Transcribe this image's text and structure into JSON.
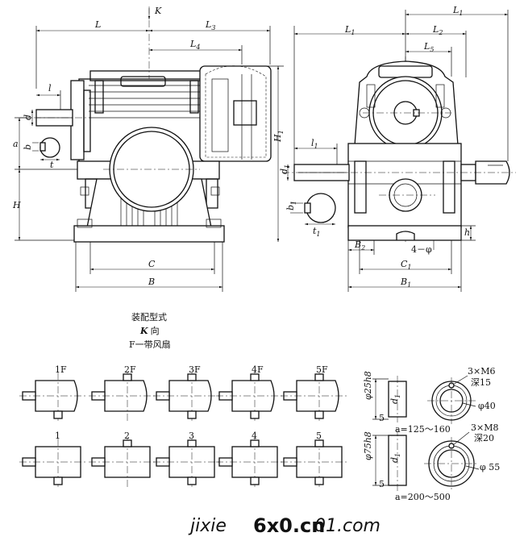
{
  "front_view": {
    "dims": {
      "L": "L",
      "K": "K",
      "L3": "L",
      "L3_sub": "3",
      "L4": "L",
      "L4_sub": "4",
      "l": "l",
      "d": "d",
      "a": "a",
      "b": "b",
      "t": "t",
      "H": "H",
      "H1": "H",
      "H1_sub": "1",
      "C": "C",
      "B": "B"
    }
  },
  "side_view": {
    "dims": {
      "L1": "L",
      "L1_sub": "1",
      "L1top": "L",
      "L1top_sub": "1",
      "L2": "L",
      "L2_sub": "2",
      "L5": "L",
      "L5_sub": "5",
      "l1": "l",
      "l1_sub": "1",
      "d1": "d",
      "d1_sub": "1",
      "b1": "b",
      "b1_sub": "1",
      "t1": "t",
      "t1_sub": "1",
      "B2": "B",
      "B2_sub": "2",
      "C1": "C",
      "C1_sub": "1",
      "B1": "B",
      "B1_sub": "1",
      "phi": "4－φ",
      "h": "h"
    }
  },
  "captions": {
    "assembly": "装配型式",
    "k_dir": "K",
    "k_dir_suffix": "向",
    "fan": "F一带风扇"
  },
  "fan_types": [
    "1F",
    "2F",
    "3F",
    "4F",
    "5F"
  ],
  "plain_types": [
    "1",
    "2",
    "3",
    "4",
    "5"
  ],
  "detail_small": {
    "dia": "φ25h8",
    "d1": "d",
    "d1_sub": "1",
    "five": "5",
    "range": "a=125～160",
    "threads": "3×M6",
    "depth": "深15",
    "bore": "φ40"
  },
  "detail_large": {
    "dia": "φ75h8",
    "d1": "d",
    "d1_sub": "1",
    "five": "5",
    "range": "a=200～500",
    "threads": "3×M8",
    "depth": "深20",
    "bore": "φ 55"
  },
  "watermark": {
    "prefix": "jixie",
    "brand": "6x0.cn",
    "suffix": "01.com"
  },
  "colors": {
    "line": "#111111",
    "watermark_red": "#e8141c",
    "watermark_purple": "#b29ad6"
  }
}
